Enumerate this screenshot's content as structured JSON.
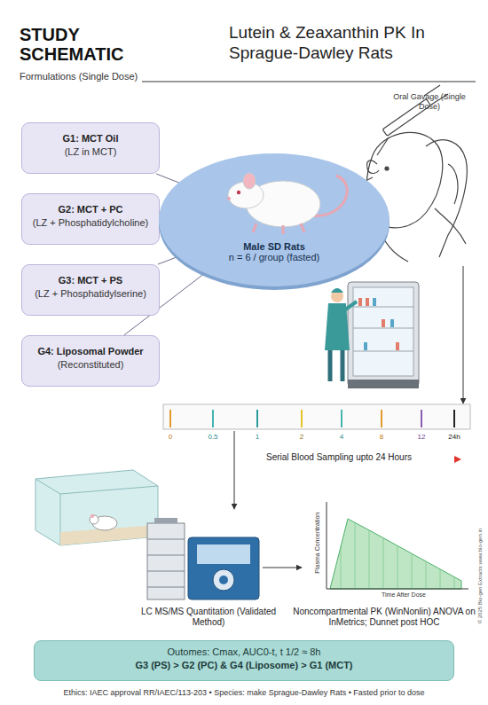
{
  "diagram": {
    "title": "STUDY SCHEMATIC",
    "nodes": [
      {
        "text": [
          "G1: MCT Oil",
          "(LZ in MCT)"
        ]
      },
      {
        "text": [
          "G2: MCT + PC",
          "(LZ + Phosphatidylcholine)"
        ]
      },
      {
        "text": [
          "G3: MCT + PS",
          "(LZ + Phosphatidylserine)"
        ]
      },
      {
        "text": [
          "G4: Liposomal Powder",
          "(Reconstituted)"
        ]
      },
      {
        "text": [
          "Male SD Rats",
          "n = 6 / group (fasted)"
        ]
      },
      {
        "text": [
          "Outomes: Cmax, AUC0-t, t 1/2 ≈ 8h",
          "G3 (PS) > G2 (PC) & G4 (Liposome) > G1 (MCT)"
        ]
      }
    ],
    "edges": [
      {
        "from": 0,
        "to": 4,
        "arrow": "none"
      },
      {
        "from": 1,
        "to": 4,
        "arrow": "none"
      },
      {
        "from": 2,
        "to": 4,
        "arrow": "none"
      },
      {
        "from": 3,
        "to": 4,
        "arrow": "none"
      }
    ],
    "labels": [
      "Formulations (Single Dose)",
      "Lutein & Zeaxanthin PK In Sprague-Dawley Rats",
      "Oral Gavage (Single Dose)",
      "0",
      "0.5",
      "1",
      "2",
      "4",
      "8",
      "12",
      "24h",
      "Serial Blood Sampling upto 24 Hours",
      "LC MS/MS Quantitation (Validated Method)",
      "Noncompartmental PK (WinNonlin) ANOVA on InMetrics; Dunnet post HOC",
      "Plasma Concentration",
      "Time After Dose",
      "Ethics: IAEC approval RR/IAEC/113-203 • Species: make Sprague-Dawley Rats • Fasted prior to dose",
      "© 2025 Bio-gen Extracts www.bio-gen.in"
    ]
  }
}
